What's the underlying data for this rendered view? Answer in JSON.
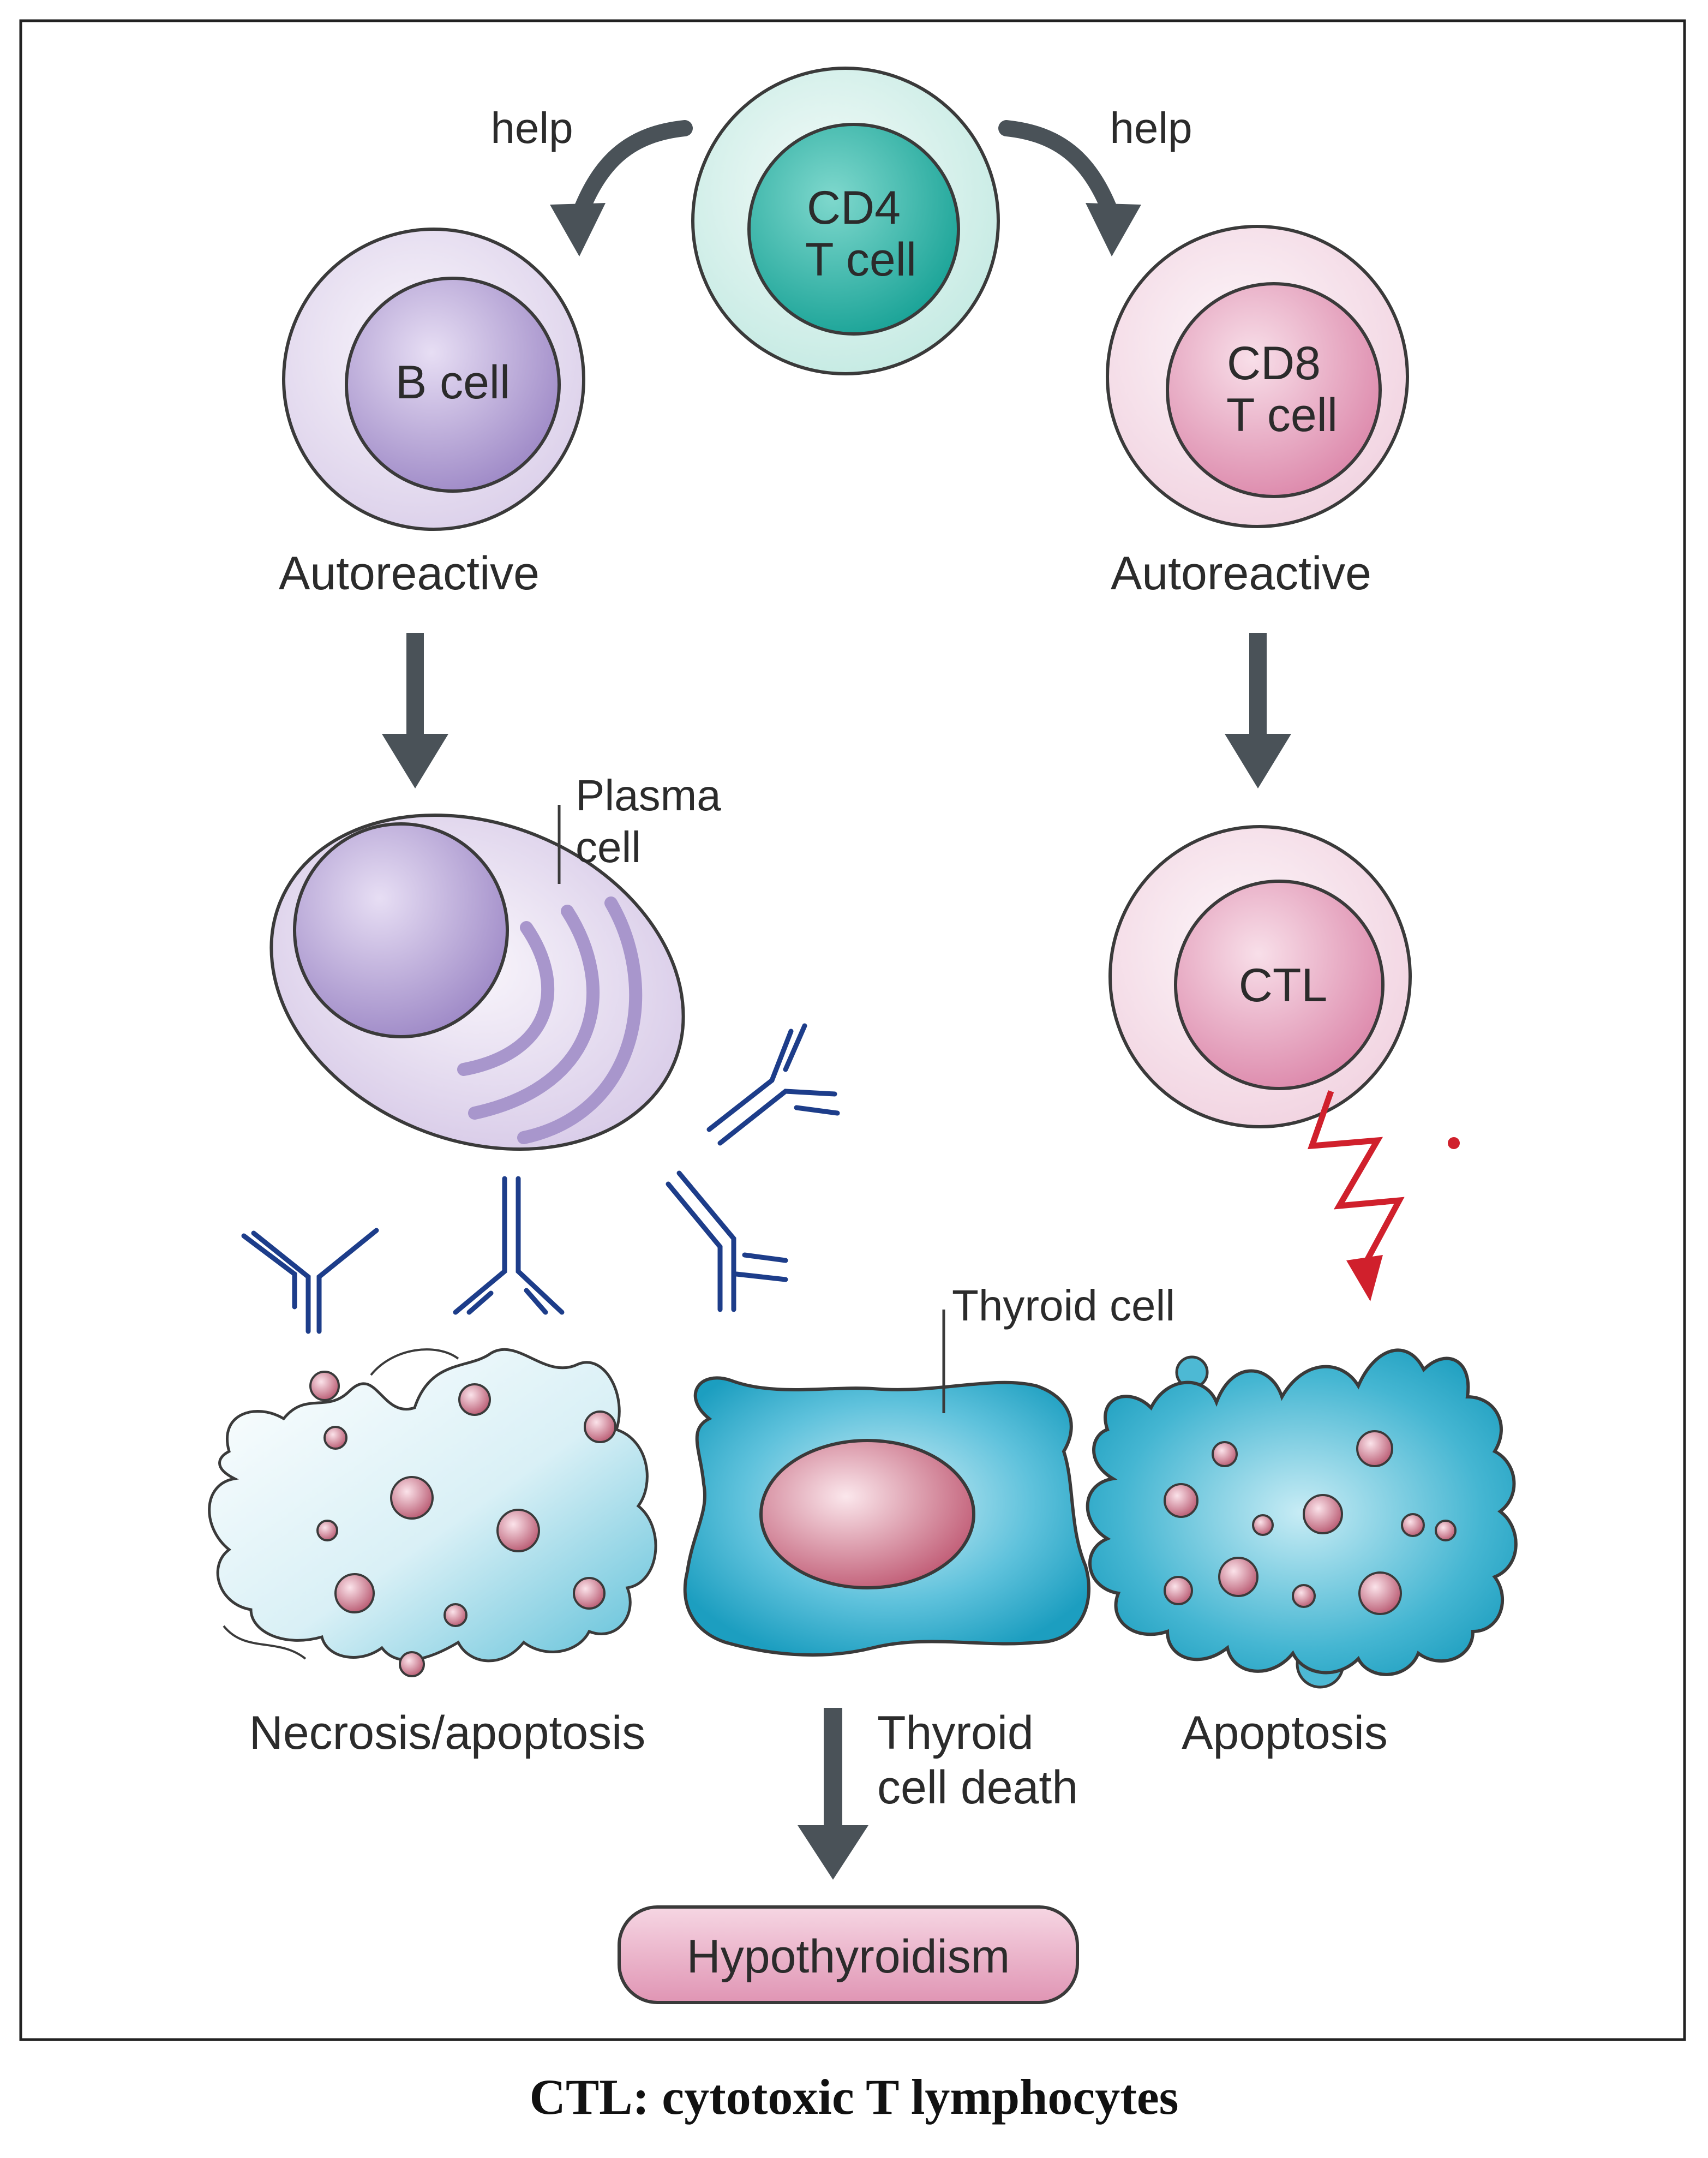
{
  "diagram": {
    "help_left": "help",
    "help_right": "help",
    "cd4_line1": "CD4",
    "cd4_line2": "T cell",
    "b_cell": "B cell",
    "cd8_line1": "CD8",
    "cd8_line2": "T cell",
    "autoreactive_left": "Autoreactive",
    "autoreactive_right": "Autoreactive",
    "plasma_line1": "Plasma",
    "plasma_line2": "cell",
    "ctl": "CTL",
    "thyroid_cell": "Thyroid cell",
    "necrosis": "Necrosis/apoptosis",
    "apoptosis": "Apoptosis",
    "death_line1": "Thyroid",
    "death_line2": "cell death",
    "hypothyroidism": "Hypothyroidism"
  },
  "caption": "CTL: cytotoxic T lymphocytes",
  "colors": {
    "cd4": "#2fb5aa",
    "b_cell": "#a995cf",
    "cd8": "#e28fb1",
    "antibody": "#1d3d8a",
    "thyroid": "#35aecc",
    "nucleus": "#c96b80",
    "ctl_attack": "#d0202c",
    "hypothyroidism_box": "#e6a1bd",
    "arrow": "#4a5258"
  }
}
